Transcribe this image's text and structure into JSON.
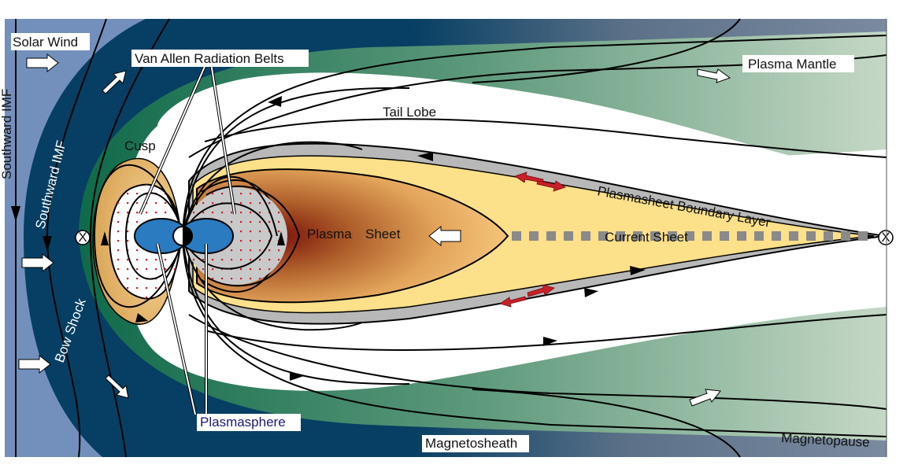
{
  "title": "Earth's Magnetosphere",
  "labels": {
    "solar_wind": "Solar Wind",
    "van_allen": "Van Allen Radiation Belts",
    "plasma_mantle": "Plasma Mantle",
    "tail_lobe": "Tail Lobe",
    "cusp": "Cusp",
    "southward_imf_outer": "Southward IMF",
    "southward_imf_inner": "Southward IMF",
    "bow_shock": "Bow Shock",
    "plasma_sheet_1": "Plasma",
    "plasma_sheet_2": "Sheet",
    "psbl": "Plasmasheet Boundary Layer",
    "current_sheet": "Current Sheet",
    "plasmasphere": "Plasmasphere",
    "magnetosheath": "Magnetosheath",
    "magnetopause": "Magnetopause",
    "x_point_day": "X",
    "x_point_tail": "X"
  },
  "colors": {
    "solar_wind": "#7390bd",
    "magnetosheath": "#063f63",
    "magnetosheath_tail": "#7a8aa0",
    "mantle_dark": "#0f6a4a",
    "mantle_light": "#c3d6c4",
    "plasma_sheet_outer": "#fde08a",
    "plasma_sheet_mid": "#e2a35a",
    "plasma_sheet_core": "#8b1c10",
    "psbl_gray": "#b8b8b8",
    "plasmasphere": "#2a7bbf",
    "belt_dots": "#c8202a",
    "plasmasphere_text": "#1a1a6e"
  }
}
